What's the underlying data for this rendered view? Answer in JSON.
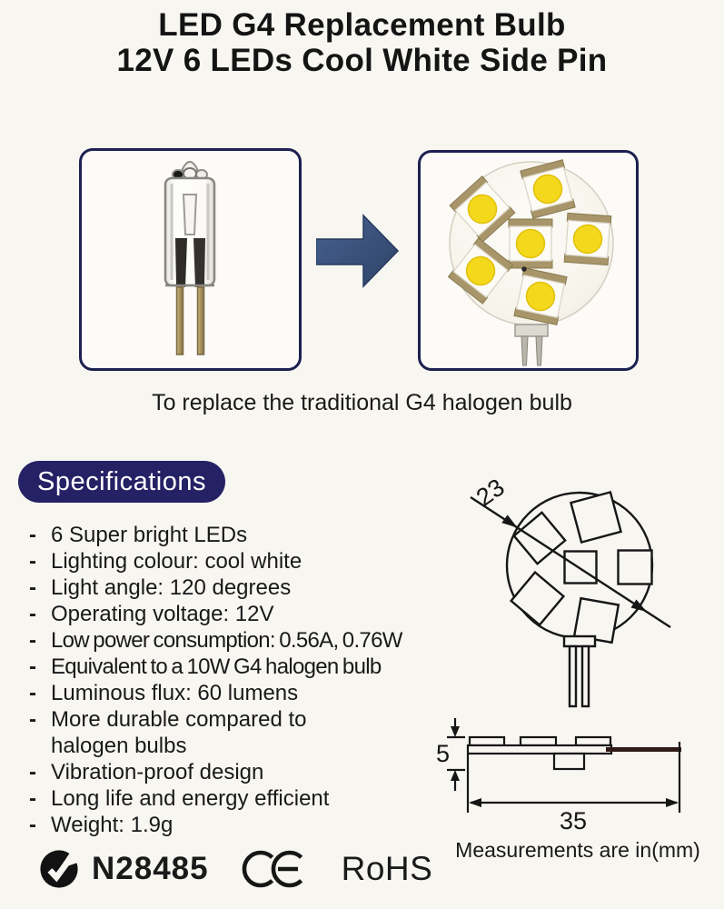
{
  "header": {
    "title_line1": "LED G4 Replacement Bulb",
    "title_line2": "12V 6 LEDs Cool White Side Pin"
  },
  "comparison": {
    "caption": "To replace the traditional G4 halogen bulb",
    "left_image": "traditional G4 halogen bulb",
    "right_image": "LED G4 side-pin bulb with 6 LEDs",
    "arrow_icon": "right-arrow-icon"
  },
  "specifications": {
    "heading": "Specifications",
    "items": [
      "6 Super bright LEDs",
      "Lighting colour: cool white",
      "Light angle: 120 degrees",
      "Operating voltage: 12V",
      "Low power consumption: 0.56A, 0.76W",
      "Equivalent to a 10W G4 halogen bulb",
      "Luminous flux: 60 lumens",
      "More durable compared to\nhalogen bulbs",
      "Vibration-proof design",
      "Long life and energy efficient",
      "Weight: 1.9g"
    ]
  },
  "diagram": {
    "diameter_label": "23",
    "height_label": "5",
    "width_label": "35",
    "units_note": "Measurements are in(mm)"
  },
  "certifications": {
    "c_tick_icon": "c-tick-certification-mark",
    "c_tick_number": "N28485",
    "ce_icon": "ce-certification-mark",
    "rohs_label": "RoHS"
  },
  "colors": {
    "paper": "#f8f6f1",
    "accent_navy": "#252165",
    "box_border_navy": "#1c2150",
    "arrow_blue": "#3f5581",
    "led_yellow": "#f3d81c",
    "drawing_stroke": "#161616"
  }
}
